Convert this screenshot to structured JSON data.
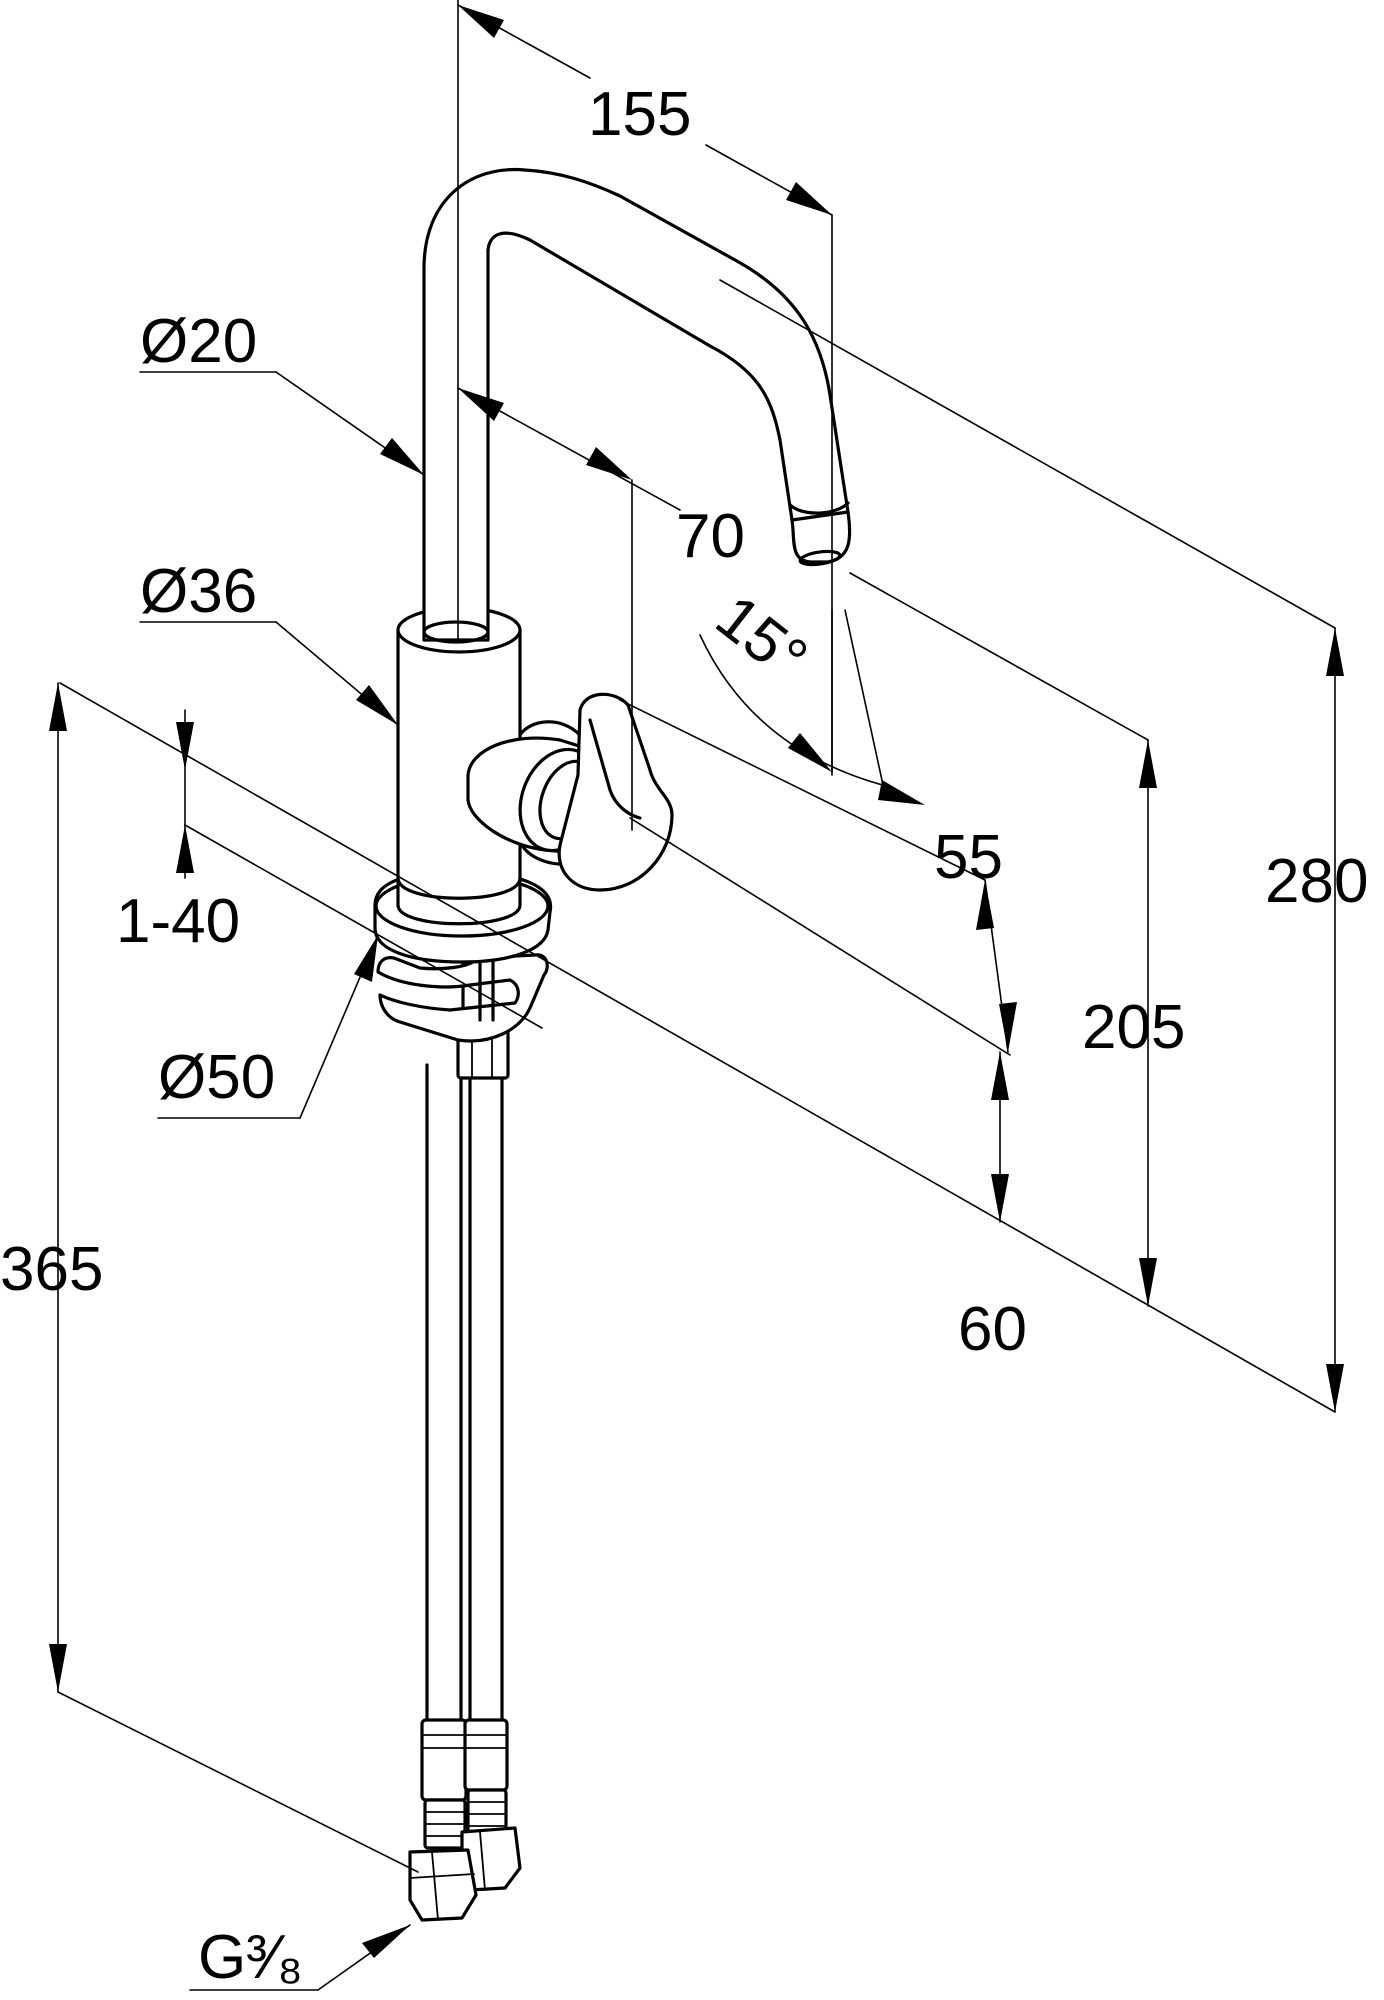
{
  "diagram": {
    "dimensions": {
      "spout_reach": "155",
      "spout_diameter": "Ø20",
      "spout_offset": "70",
      "body_diameter": "Ø36",
      "spout_angle": "15°",
      "lever_projection": "55",
      "deck_thickness": "1-40",
      "base_diameter": "Ø50",
      "total_height": "280",
      "outlet_height": "205",
      "lever_height": "60",
      "hose_length": "365",
      "connection_thread": "G³⁄₈"
    },
    "colors": {
      "line": "#000000",
      "background": "#ffffff"
    }
  }
}
